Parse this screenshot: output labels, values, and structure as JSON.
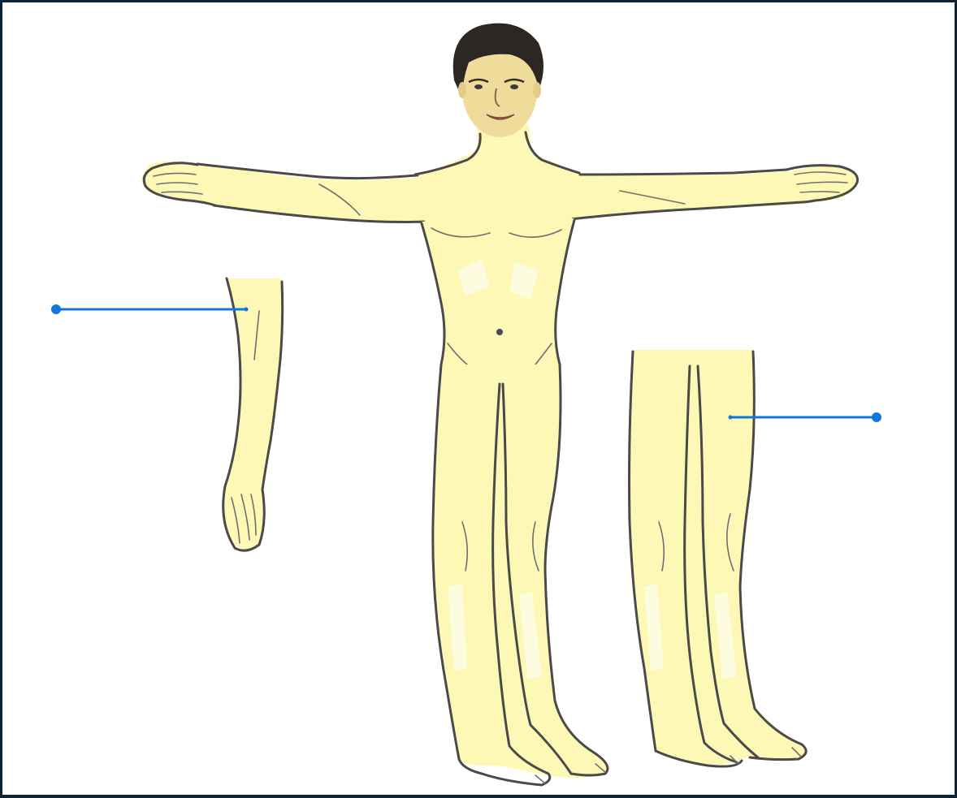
{
  "diagram": {
    "figures": [
      {
        "id": "full-body",
        "kind": "human figure, front view, arms outstretched"
      },
      {
        "id": "detached-arm",
        "kind": "single arm"
      },
      {
        "id": "detached-legs",
        "kind": "pair of legs"
      }
    ],
    "pointers": [
      {
        "id": "left-pointer",
        "target": "detached-arm",
        "label": ""
      },
      {
        "id": "right-pointer",
        "target": "detached-legs",
        "label": ""
      }
    ]
  },
  "colors": {
    "skin": "#fdf8b6",
    "outline": "#4a4a4a",
    "hair": "#2c2722",
    "pointer": "#1177dd",
    "frame": "#0d2233"
  }
}
